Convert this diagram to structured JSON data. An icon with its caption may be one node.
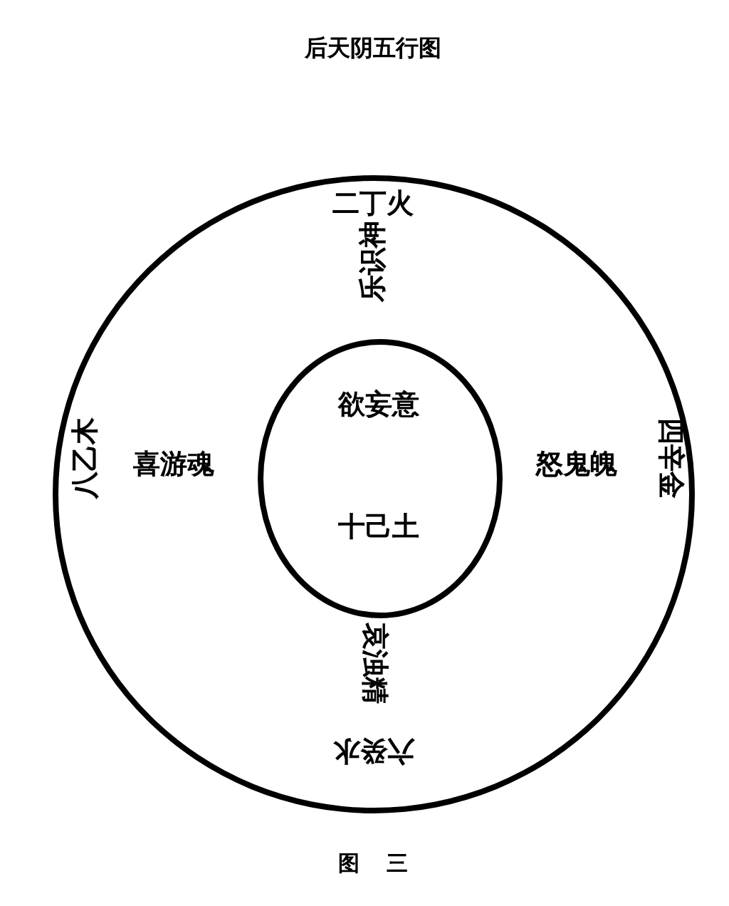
{
  "diagram": {
    "title": "后天阴五行图",
    "caption": "图 三",
    "nodes": [
      {
        "text": [
          "二丁火",
          "乐识神",
          "八乙木",
          "喜游魂",
          "怒鬼魄",
          "四辛金",
          "哀浊精",
          "六癸水"
        ]
      },
      {
        "text": [
          "欲妄意",
          "十己土"
        ],
        "in": 0
      }
    ]
  }
}
